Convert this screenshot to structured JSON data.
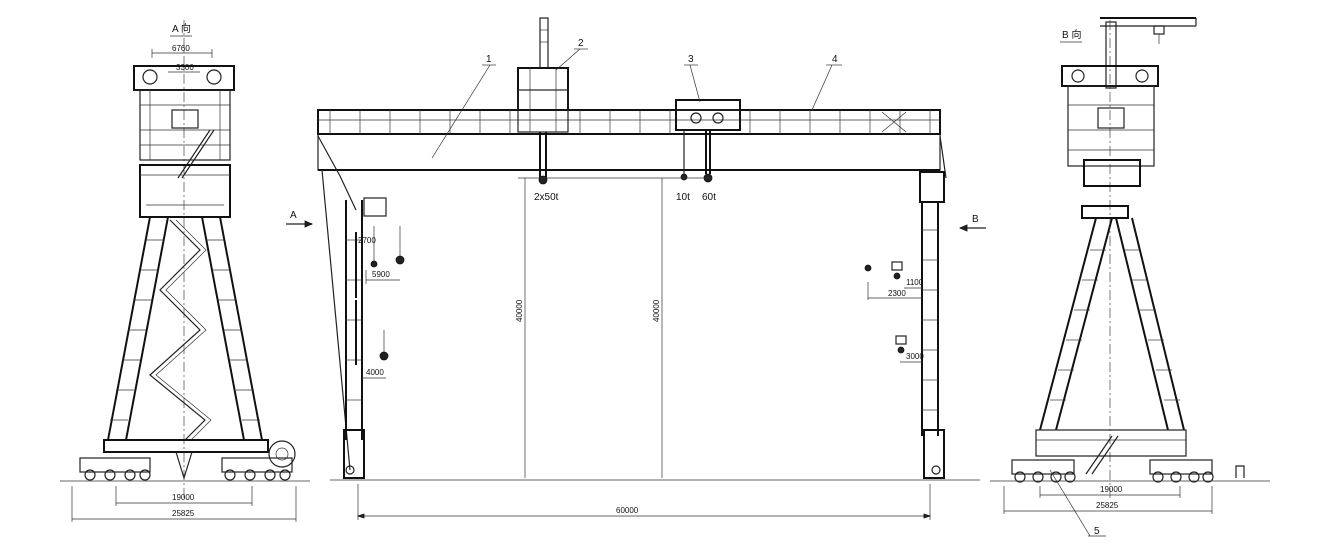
{
  "views": {
    "left": {
      "title": "A 向",
      "dims": {
        "top_outer": "6760",
        "top_inner": "3300",
        "bottom_inner": "19000",
        "bottom_outer": "25825"
      }
    },
    "front": {
      "arrow_a": "A",
      "arrow_b": "B",
      "callouts": [
        "1",
        "2",
        "3",
        "4"
      ],
      "loads": {
        "main": "2x50t",
        "aux_small": "10t",
        "aux_large": "60t"
      },
      "dims": {
        "span": "60000",
        "height_main": "40000",
        "height_aux": "40000",
        "left_top": "2700",
        "left_mid": "5900",
        "left_low": "4000",
        "right_top": "1100",
        "right_mid": "2300",
        "right_low": "3000"
      }
    },
    "right": {
      "title": "B 向",
      "callout": "5",
      "dims": {
        "bottom_inner": "19000",
        "bottom_outer": "25825"
      }
    }
  }
}
